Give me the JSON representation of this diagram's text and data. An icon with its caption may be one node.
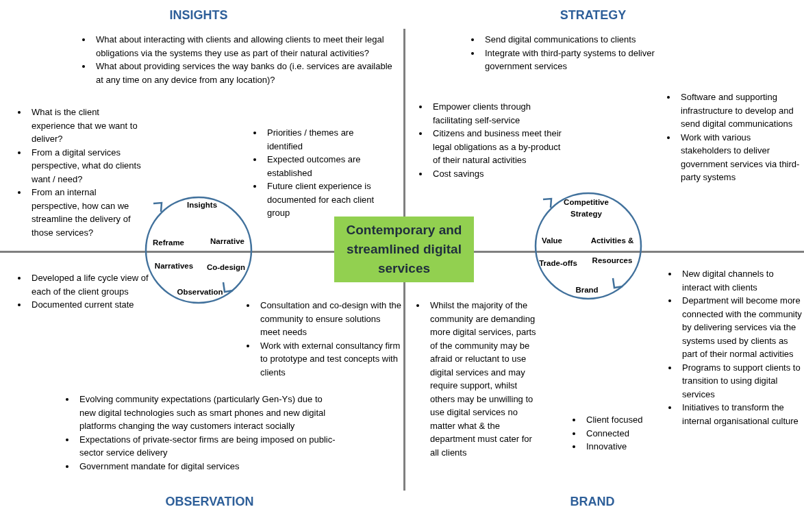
{
  "diagram": {
    "nodes": [
      {
        "text": [
          "Insights",
          "Reframe",
          "Narrative",
          "Narratives",
          "Co-design",
          "Observation"
        ]
      },
      {
        "text": [
          "Contemporary and streamlined digital services"
        ]
      },
      {
        "text": [
          "Competitive Strategy",
          "Value",
          "Activities & Resources",
          "Trade-offs",
          "Brand"
        ]
      }
    ],
    "labels": [
      "INSIGHTS",
      "STRATEGY",
      "What about interacting with clients and allowing clients to meet their legal obligations via the systems they use as part of their natural activities?",
      "What about providing services the way banks do (i.e. services are available at any time on any device from any location)?",
      "Send digital communications to clients",
      "Integrate with third-party systems to deliver government services",
      "What is the client experience that we want to deliver?",
      "From  a digital services perspective, what do clients want / need?",
      "From an internal perspective, how can we streamline the delivery of those services?",
      "Priorities / themes  are identified",
      "Expected outcomes are established",
      "Future client experience is documented for each client group",
      "Empower clients through facilitating self-service",
      "Citizens and business meet their legal obligations as a by-product of their natural activities",
      "Cost savings",
      "Software and supporting infrastructure to develop and send digital communications",
      "Work with various stakeholders to deliver government  services via third-party systems",
      "Developed a life cycle view of each of the client groups",
      "Documented current state",
      "Consultation and co-design with the community to ensure solutions meet needs",
      "Work with external consultancy firm to prototype and test concepts with clients",
      "New digital channels to interact with clients",
      "Department will become more connected with the community by delivering services via the systems used by clients as part of their normal activities",
      "Programs to support clients to transition to using digital services",
      "Initiatives to transform the internal organisational culture",
      "Whilst the majority of the community are demanding more digital services, parts of the community may be afraid or reluctant to use digital services and may require support, whilst others may be unwilling to use digital services no matter what & the department must cater for all clients",
      "Client focused",
      "Connected",
      "Innovative",
      "Evolving community expectations (particularly Gen-Ys) due to new digital technologies such as smart phones and new digital platforms changing the way customers interact socially",
      "Expectations of private-sector firms are being imposed on public-sector service delivery",
      "Government mandate for digital services",
      "OBSERVATION",
      "BRAND"
    ]
  }
}
